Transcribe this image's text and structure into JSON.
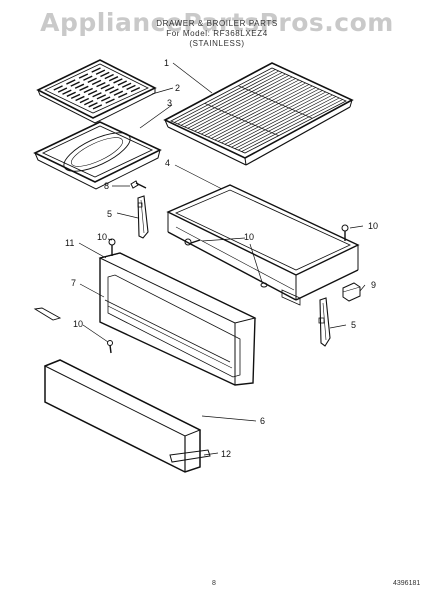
{
  "header": {
    "watermark": "AppliancePartsPros.com",
    "title_line": "DRAWER & BROILER PARTS",
    "model_line": "For Model: RF368LXEZ4",
    "variant_line": "(STAINLESS)"
  },
  "callouts": [
    "1",
    "2",
    "3",
    "4",
    "5",
    "6",
    "7",
    "8",
    "9",
    "10",
    "11",
    "12"
  ],
  "footer": {
    "page_number": "8",
    "doc_number": "4396181"
  },
  "colors": {
    "line": "#111111",
    "watermark": "#c9c9c9"
  }
}
